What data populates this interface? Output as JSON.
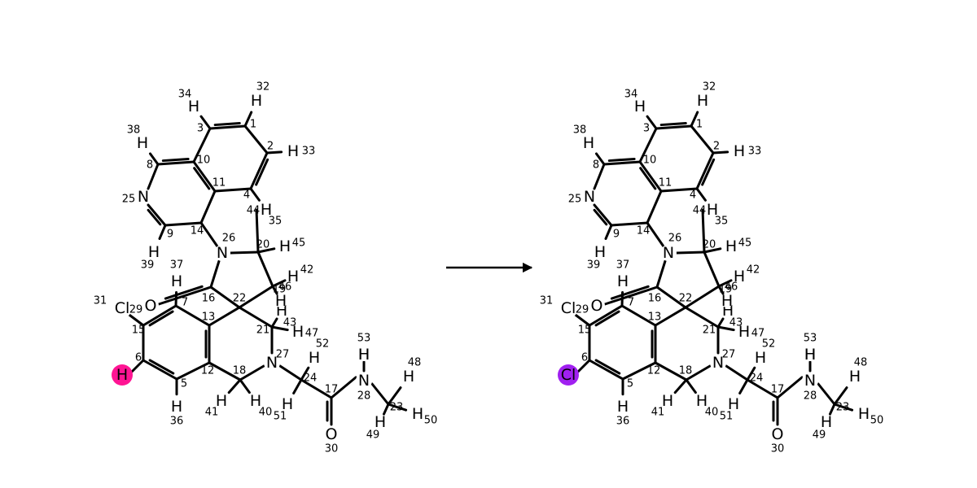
{
  "diagram": {
    "reactant": {
      "highlight_atom": "A",
      "highlight_color": "#ff1493",
      "substituent_label": "H",
      "atom_indices": [
        "1",
        "2",
        "3",
        "4",
        "5",
        "6",
        "7",
        "8",
        "9",
        "10",
        "11",
        "12",
        "13",
        "14",
        "15",
        "16",
        "17",
        "18",
        "19",
        "20",
        "21",
        "22",
        "23",
        "24",
        "25",
        "26",
        "27",
        "28",
        "29",
        "30",
        "31",
        "32",
        "33",
        "34",
        "35",
        "36",
        "37",
        "38",
        "39",
        "40",
        "41",
        "42",
        "43",
        "44",
        "45",
        "46",
        "47",
        "48",
        "49",
        "50",
        "51",
        "52",
        "53"
      ]
    },
    "product": {
      "highlight_atom": "A",
      "highlight_color": "#a020f0",
      "substituent_label": "Cl",
      "atom_indices": [
        "1",
        "2",
        "3",
        "4",
        "5",
        "6",
        "7",
        "8",
        "9",
        "10",
        "11",
        "12",
        "13",
        "14",
        "15",
        "16",
        "17",
        "18",
        "19",
        "20",
        "21",
        "22",
        "23",
        "24",
        "25",
        "26",
        "27",
        "28",
        "29",
        "30",
        "31",
        "32",
        "33",
        "34",
        "35",
        "36",
        "37",
        "38",
        "39",
        "40",
        "41",
        "42",
        "43",
        "44",
        "45",
        "46",
        "47",
        "48",
        "49",
        "50",
        "51",
        "52",
        "53"
      ]
    },
    "element_labels": {
      "H": "H",
      "N": "N",
      "O": "O",
      "Cl": "Cl"
    },
    "arrow": {
      "icon": "reaction-arrow-icon"
    }
  }
}
